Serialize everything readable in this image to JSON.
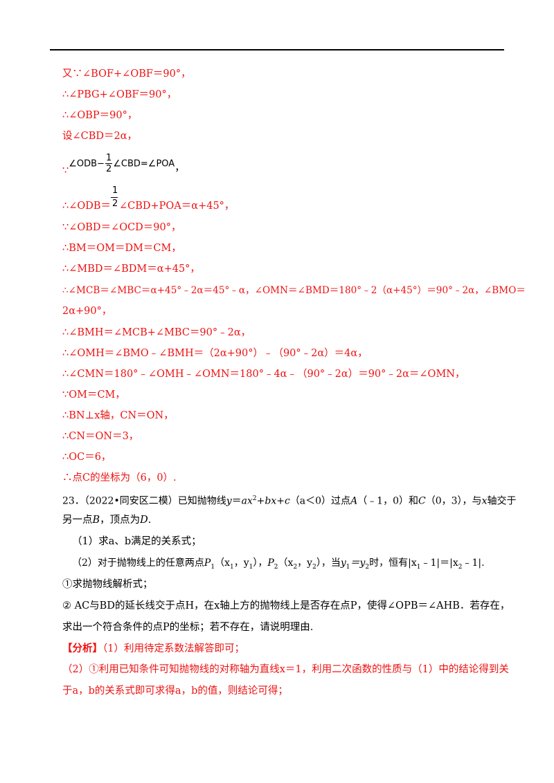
{
  "header_rule": true,
  "solution_lines": [
    {
      "id": "l1",
      "text": "又∵∠BOF+∠OBF＝90°，"
    },
    {
      "id": "l2",
      "text": "∴∠PBG+∠OBF＝90°，"
    },
    {
      "id": "l3",
      "text": "∴∠OBP＝90°，"
    },
    {
      "id": "l4",
      "text": "设∠CBD＝2α，"
    },
    {
      "id": "l5_pre",
      "text": "∵"
    },
    {
      "id": "l5_a",
      "text": "∠ODB−"
    },
    {
      "id": "l5_num",
      "text": "1"
    },
    {
      "id": "l5_den",
      "text": "2"
    },
    {
      "id": "l5_b",
      "text": "∠CBD=∠POA"
    },
    {
      "id": "l5_post",
      "text": "，"
    },
    {
      "id": "l6_num",
      "text": "1"
    },
    {
      "id": "l6_den",
      "text": "2"
    },
    {
      "id": "l6_a",
      "text": "∴∠ODB＝"
    },
    {
      "id": "l6_b",
      "text": "∠CBD+POA＝α+45°，"
    },
    {
      "id": "l7",
      "text": "∵∠OBD＝∠OCD＝90°，"
    },
    {
      "id": "l8",
      "text": "∴BM＝OM＝DM＝CM，"
    },
    {
      "id": "l9",
      "text": "∴∠MBD＝∠BDM＝α+45°，"
    },
    {
      "id": "l10",
      "text": "∴∠MCB＝∠MBC＝α+45°﹣2α＝45°﹣α，∠OMN＝∠BMD＝180°﹣2（α+45°）＝90°﹣2α，∠BMO＝"
    },
    {
      "id": "l11",
      "text": "2α+90°，"
    },
    {
      "id": "l12",
      "text": "∴∠BMH＝∠MCB+∠MBC＝90°﹣2α，"
    },
    {
      "id": "l13",
      "text": "∴∠OMH＝∠BMO﹣∠BMH＝（2α+90°）﹣（90°﹣2α）＝4α，"
    },
    {
      "id": "l14",
      "text": "∴∠CMN＝180°﹣∠OMH﹣∠OMN＝180°﹣4α﹣（90°﹣2α）＝90°﹣2α＝∠OMN，"
    },
    {
      "id": "l15",
      "text": "∵OM＝CM，"
    },
    {
      "id": "l16",
      "text": "∴BN⊥x轴，CN＝ON，"
    },
    {
      "id": "l17",
      "text": "∴CN＝ON＝3，"
    },
    {
      "id": "l18",
      "text": "∴OC＝6，"
    },
    {
      "id": "l19",
      "text": "∴点C的坐标为（6，0）."
    }
  ],
  "problem": {
    "number": "23．",
    "source": "（2022•同安区二模）已知抛物线",
    "eq_y": "y",
    "eq_eq": "＝",
    "eq_ax": "ax",
    "eq_sq": "2",
    "eq_rest": "+bx+c",
    "cond": "（a＜0）过点",
    "pA": "A",
    "pA_coord": "（﹣1，0）和",
    "pC": "C",
    "pC_coord": "（0，3），与",
    "x": "x",
    "tail": "轴交于",
    "line2_a": "另一点",
    "B": "B",
    "line2_b": "，顶点为",
    "D": "D",
    "line2_c": ".",
    "q1": "（1）求a、b满足的关系式；",
    "q2_a": "（2）对于抛物线上的任意两点",
    "P1": "P",
    "P1s": "1",
    "P1c": "（x",
    "P1cs": "1",
    "P1c2": "，y",
    "P1cs2": "1",
    "P1c3": "），",
    "P2": "P",
    "P2s": "2",
    "P2c": "（x",
    "P2cs": "2",
    "P2c2": "，y",
    "P2cs2": "2",
    "P2c3": "），当",
    "yy": "y",
    "yys": "1",
    "yy2": "＝y",
    "yys2": "2",
    "q2_b": "时，恒有|x",
    "abs1s": "1",
    "q2_c": "﹣1|＝|x",
    "abs2s": "2",
    "q2_d": "﹣1|.",
    "s1": "①求抛物线解析式；",
    "s2_a": "② AC与BD的延长线交于点H，在x轴上方的抛物线上是否存在点P，使得∠OPB＝∠AHB．若存在，",
    "s2_b": "求出一个符合条件的点P的坐标；若不存在，请说明理由."
  },
  "analysis": {
    "tag": "【分析】",
    "a1": "（1）利用待定系数法解答即可；",
    "a2_a": "（2）①利用已知条件可知抛物线的对称轴为直线x＝1，利用二次函数的性质与（1）中的结论得到关",
    "a2_b": "于a，b的关系式即可求得a，b的值，则结论可得；"
  }
}
